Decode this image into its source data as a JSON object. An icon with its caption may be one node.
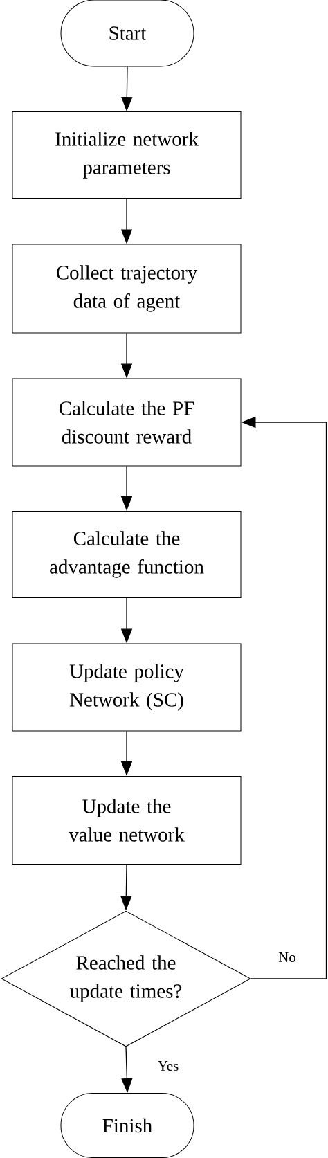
{
  "diagram": {
    "nodes": [
      {
        "text": [
          "Start"
        ]
      },
      {
        "text": [
          "Initialize network parameters"
        ]
      },
      {
        "text": [
          "Collect trajectory data of agent"
        ]
      },
      {
        "text": [
          "Calculate the PF discount reward"
        ]
      },
      {
        "text": [
          "Calculate the advantage function"
        ]
      },
      {
        "text": [
          "Update policy Network (SC)"
        ]
      },
      {
        "text": [
          "Update the value network"
        ]
      },
      {
        "text": [
          "Reached the update times?"
        ]
      },
      {
        "text": [
          "Finish"
        ]
      }
    ],
    "edges": [
      {
        "from": 0,
        "to": 1,
        "arrow": "to"
      },
      {
        "from": 1,
        "to": 2,
        "arrow": "to"
      },
      {
        "from": 2,
        "to": 3,
        "arrow": "to"
      },
      {
        "from": 3,
        "to": 4,
        "arrow": "to"
      },
      {
        "from": 4,
        "to": 5,
        "arrow": "to"
      },
      {
        "from": 5,
        "to": 6,
        "arrow": "to"
      },
      {
        "from": 6,
        "to": 7,
        "arrow": "to"
      },
      {
        "from": 7,
        "to": 8,
        "arrow": "to",
        "label": "Yes"
      },
      {
        "from": 7,
        "to": 3,
        "arrow": "to",
        "label": "No"
      }
    ]
  }
}
